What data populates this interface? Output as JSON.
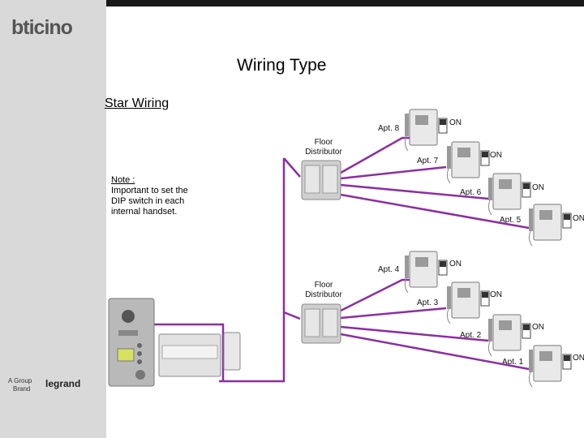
{
  "brand": {
    "logo_text": "bticino"
  },
  "group": {
    "line1": "A Group",
    "line2": "Brand",
    "logo_text": "legrand"
  },
  "slide": {
    "title": "Wiring Type",
    "subtitle": "Star Wiring"
  },
  "note": {
    "heading": "Note :",
    "line1": "Important to set the",
    "line2": "DIP switch in each",
    "line3": "internal handset."
  },
  "distributors": [
    {
      "line1": "Floor",
      "line2": "Distributor"
    },
    {
      "line1": "Floor",
      "line2": "Distributor"
    }
  ],
  "apartments": [
    "Apt. 8",
    "Apt. 7",
    "Apt. 6",
    "Apt. 5",
    "Apt. 4",
    "Apt. 3",
    "Apt. 2",
    "Apt. 1"
  ],
  "switch_label": "ON",
  "colors": {
    "wire": "#8b2fa0",
    "sidebar": "#d9d9d9",
    "topbar": "#1a1a1a"
  }
}
